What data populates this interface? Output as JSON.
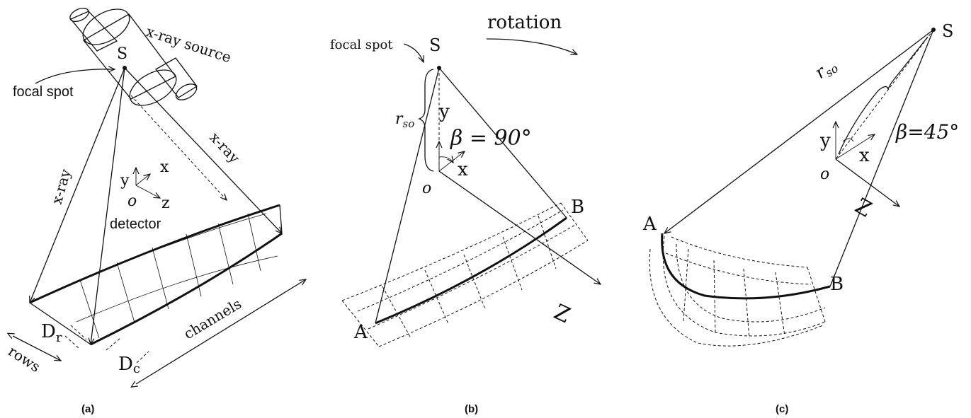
{
  "panel_a": {
    "label": "(a)",
    "source_label": "x-ray source",
    "focal_spot_label": "focal spot",
    "s_label": "S",
    "xray_left_label": "x-ray",
    "xray_right_label": "x-ray",
    "axis_y": "y",
    "axis_x": "x",
    "axis_z": "z",
    "origin": "o",
    "detector_label": "detector",
    "channels_label": "channels",
    "rows_label": "rows",
    "dr_main": "D",
    "dr_sub": "r",
    "dc_main": "D",
    "dc_sub": "c"
  },
  "panel_b": {
    "label": "(b)",
    "rotation_label": "rotation",
    "focal_spot_label": "focal spot",
    "s_label": "S",
    "r_main": "r",
    "r_sub": "so",
    "axis_y": "y",
    "axis_x": "x",
    "origin": "o",
    "beta_text": "β = 90°",
    "a_label": "A",
    "b_label": "B",
    "z_label": "Z"
  },
  "panel_c": {
    "label": "(c)",
    "s_label": "S",
    "r_main": "r",
    "r_sub": "so",
    "axis_y": "y",
    "axis_x": "x",
    "origin": "o",
    "beta_text": "β=45°",
    "a_label": "A",
    "b_label": "B",
    "z_label": "Z"
  }
}
